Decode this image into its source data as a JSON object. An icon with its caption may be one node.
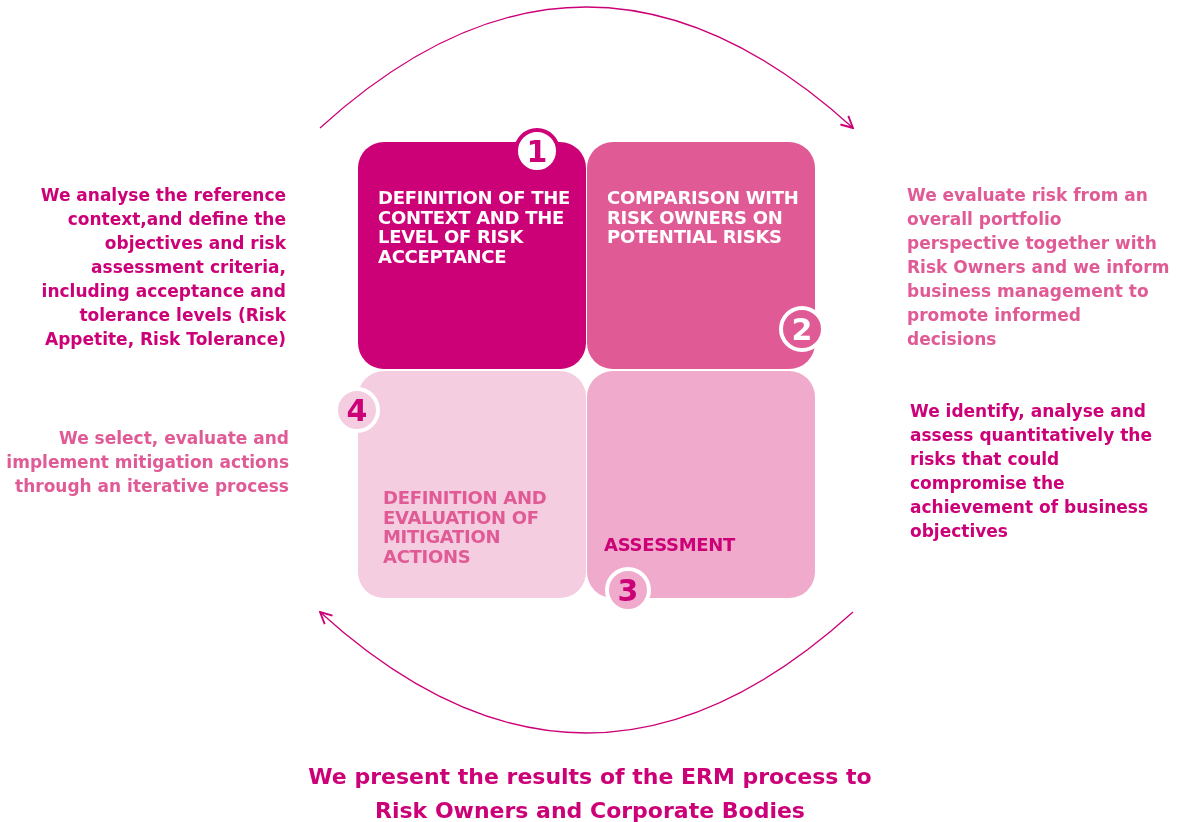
{
  "diagram": {
    "caption": "We present the results of the ERM process to Risk Owners and Corporate Bodies",
    "nodes": [
      {
        "text": [
          "1",
          "DEFINITION OF THE CONTEXT AND THE LEVEL OF RISK ACCEPTANCE"
        ]
      },
      {
        "text": [
          "COMPARISON WITH RISK OWNERS ON POTENTIAL RISKS",
          "2"
        ]
      },
      {
        "text": [
          "4",
          "DEFINITION AND EVALUATION OF MITIGATION ACTIONS"
        ]
      },
      {
        "text": [
          "ASSESSMENT",
          "3"
        ]
      }
    ],
    "edges": [
      {
        "from": 0,
        "to": 1,
        "arrow": "to"
      },
      {
        "from": 3,
        "to": 2,
        "arrow": "to"
      }
    ],
    "labels": [
      "We analyse the reference context,and define the objectives and risk assessment criteria, including acceptance and tolerance levels (Risk Appetite, Risk Tolerance)",
      "We evaluate risk from an overall portfolio perspective together with Risk Owners and we inform business management to promote informed decisions",
      "We identify, analyse and assess quantitatively the risks that could compromise the achievement of business objectives",
      "We select, evaluate and implement mitigation actions through an iterative process"
    ]
  }
}
